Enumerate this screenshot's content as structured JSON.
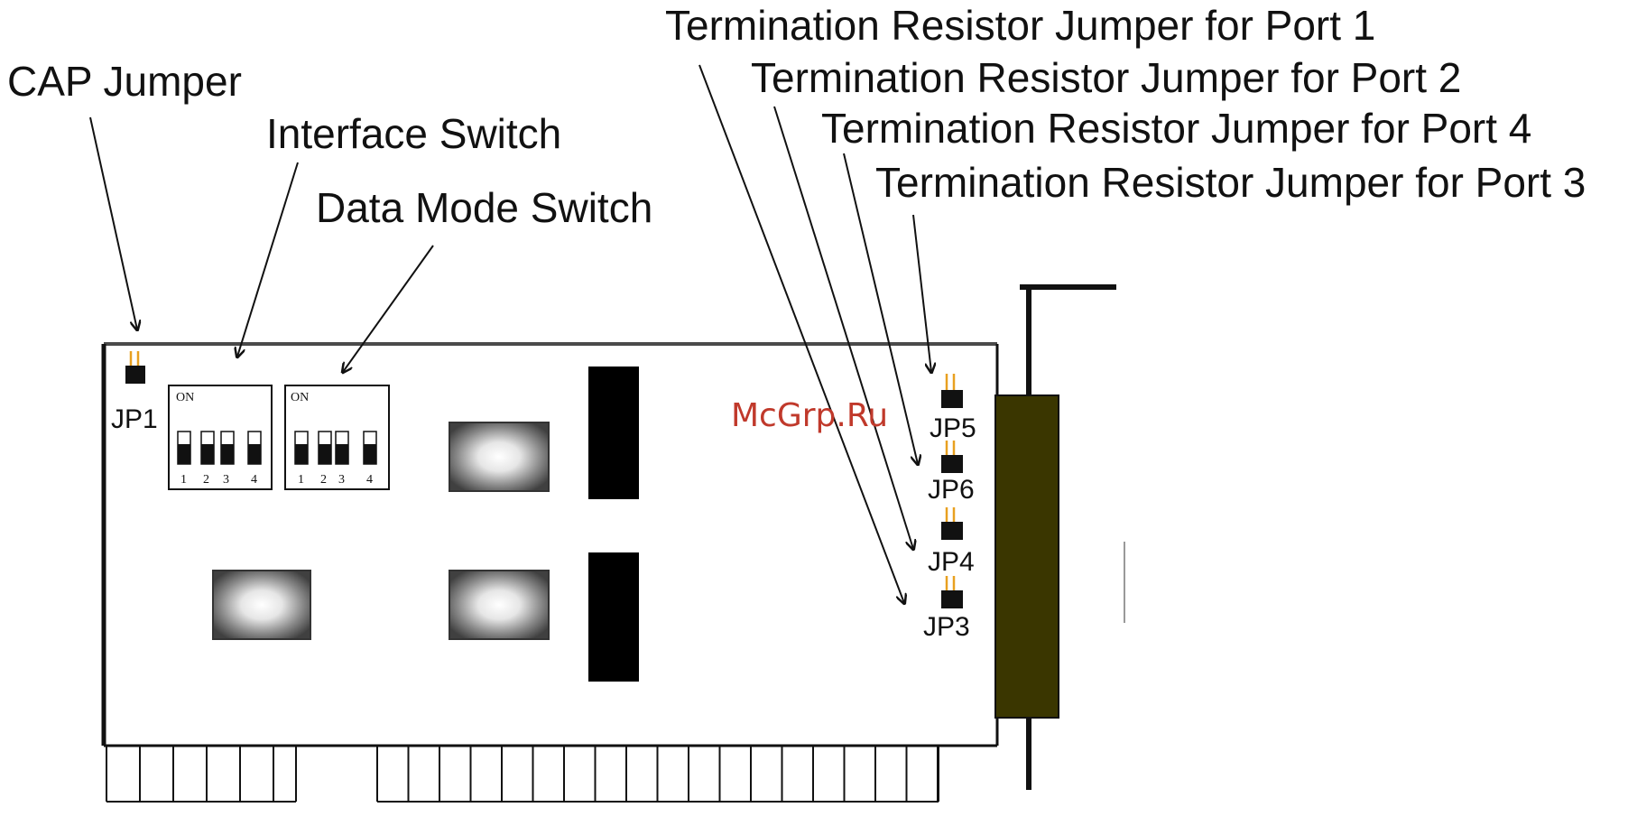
{
  "labels": {
    "cap_jumper": "CAP Jumper",
    "interface_switch": "Interface Switch",
    "data_mode_switch": "Data Mode Switch",
    "term_port1": "Termination Resistor Jumper for Port 1",
    "term_port2": "Termination Resistor Jumper for Port 2",
    "term_port4": "Termination Resistor Jumper for Port 4",
    "term_port3": "Termination Resistor Jumper for Port 3"
  },
  "jumpers": {
    "jp1": "JP1",
    "jp5": "JP5",
    "jp6": "JP6",
    "jp4": "JP4",
    "jp3": "JP3"
  },
  "dip_switch": {
    "on_label": "ON",
    "numbers": [
      "1",
      "2",
      "3",
      "4"
    ]
  },
  "watermark": "McGrp.Ru",
  "colors": {
    "board_outline": "#4a4a4a",
    "connector": "#3a3600",
    "jumper_pin": "#e8a020",
    "watermark": "#c0392b"
  }
}
